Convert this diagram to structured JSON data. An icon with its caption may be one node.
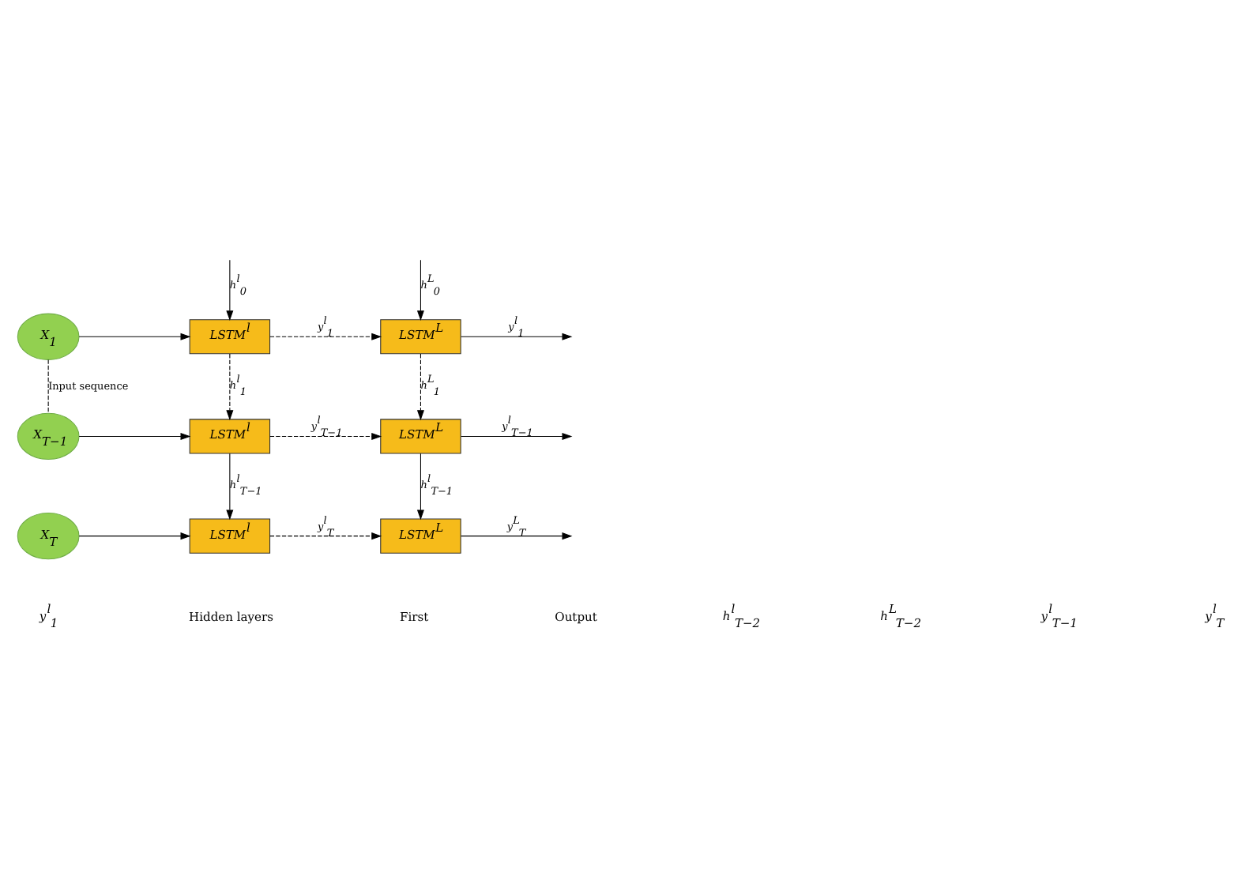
{
  "diagram": {
    "nodes": [
      {
        "text": [
          "X$_{1}$"
        ]
      },
      {
        "text": [
          "LSTM$^{l}$"
        ]
      },
      {
        "text": [
          "LSTM$^{L}$"
        ]
      },
      {
        "text": [
          "X$_{T−1}$"
        ]
      },
      {
        "text": [
          "LSTM$^{l}$"
        ]
      },
      {
        "text": [
          "LSTM$^{L}$"
        ]
      },
      {
        "text": [
          "X$_{T}$"
        ]
      },
      {
        "text": [
          "LSTM$^{l}$"
        ]
      },
      {
        "text": [
          "LSTM$^{L}$"
        ]
      }
    ],
    "edges": [
      {
        "from": null,
        "to": 1,
        "arrow": "to",
        "label": "h$^{l}$$_{0}$"
      },
      {
        "from": 0,
        "to": 1,
        "arrow": "to"
      },
      {
        "from": 1,
        "to": 2,
        "arrow": "to",
        "style": "dashed",
        "label": "y$^{l}$$_{1}$"
      },
      {
        "from": 2,
        "to": null,
        "arrow": "to",
        "label": "y$^{l}$$_{1}$"
      },
      {
        "from": null,
        "to": 2,
        "arrow": "to",
        "label": "h$^{L}$$_{0}$"
      },
      {
        "from": 1,
        "to": 4,
        "arrow": "to",
        "style": "dashed",
        "label": "h$^{l}$$_{1}$"
      },
      {
        "from": 2,
        "to": 5,
        "arrow": "to",
        "style": "dashed",
        "label": "h$^{L}$$_{1}$"
      },
      {
        "from": 0,
        "to": 3,
        "arrow": "none",
        "style": "dashed",
        "label": "Input sequence"
      },
      {
        "from": 3,
        "to": 4,
        "arrow": "to"
      },
      {
        "from": 4,
        "to": 5,
        "arrow": "to",
        "style": "dashed",
        "label": "y$^{l}$$_{T−1}$"
      },
      {
        "from": 5,
        "to": null,
        "arrow": "to",
        "label": "y$^{l}$$_{T−1}$"
      },
      {
        "from": 4,
        "to": 7,
        "arrow": "to",
        "label": "h$^{l}$$_{T−1}$"
      },
      {
        "from": 5,
        "to": 8,
        "arrow": "to",
        "label": "h$^{l}$$_{T−1}$"
      },
      {
        "from": 6,
        "to": 7,
        "arrow": "to"
      },
      {
        "from": 7,
        "to": 8,
        "arrow": "to",
        "style": "dashed",
        "label": "y$^{l}$$_{T}$"
      },
      {
        "from": 8,
        "to": null,
        "arrow": "to",
        "label": "y$^{L}$$_{T}$"
      }
    ],
    "labels": [
      "y$^{l}$$_{1}$",
      "Hidden layers",
      "First",
      "Output",
      "h$^{l}$$_{T−2}$",
      "h$^{L}$$_{T−2}$",
      "y$^{l}$$_{T−1}$",
      "y$^{l}$$_{T}$"
    ]
  }
}
